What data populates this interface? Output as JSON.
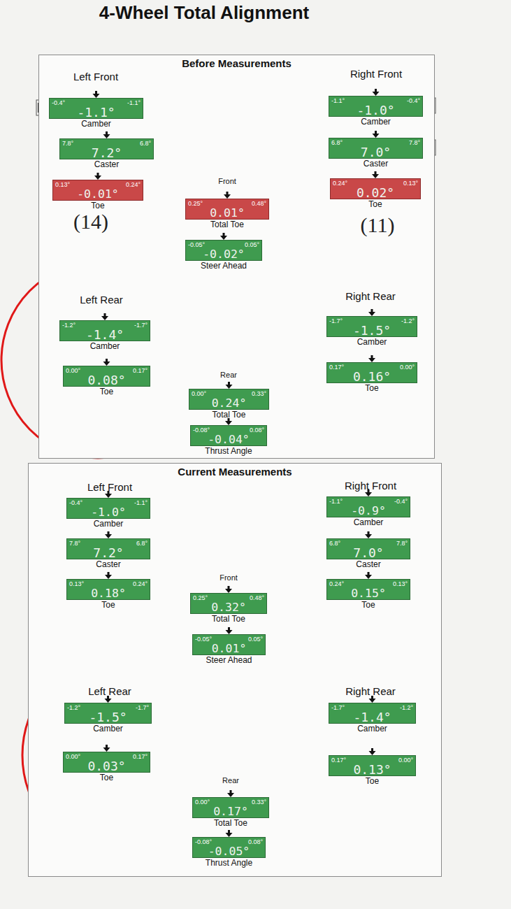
{
  "diagram": {
    "title": "4-Wheel Total Alignment",
    "nodes": [
      {
        "text": [
          "Before Measurements"
        ]
      },
      {
        "text": [
          "-0.4°",
          "-1.1°",
          "-1.1°",
          "Camber"
        ],
        "in": 0
      },
      {
        "text": [
          "7.8°",
          "6.8°",
          "7.2°",
          "Caster"
        ],
        "in": 0
      },
      {
        "text": [
          "0.13°",
          "0.24°",
          "-0.01°",
          "Toe"
        ],
        "in": 0
      },
      {
        "text": [
          "-1.1°",
          "-0.4°",
          "-1.0°",
          "Camber"
        ],
        "in": 0
      },
      {
        "text": [
          "6.8°",
          "7.8°",
          "7.0°",
          "Caster"
        ],
        "in": 0
      },
      {
        "text": [
          "0.24°",
          "0.13°",
          "0.02°",
          "Toe"
        ],
        "in": 0
      },
      {
        "text": [
          "0.25°",
          "0.48°",
          "0.01°",
          "Total Toe"
        ],
        "in": 0
      },
      {
        "text": [
          "-0.05°",
          "0.05°",
          "-0.02°",
          "Steer Ahead"
        ],
        "in": 0
      },
      {
        "text": [
          "-1.2°",
          "-1.7°",
          "-1.4°",
          "Camber"
        ],
        "in": 0
      },
      {
        "text": [
          "0.00°",
          "0.17°",
          "0.08°",
          "Toe"
        ],
        "in": 0
      },
      {
        "text": [
          "-1.7°",
          "-1.2°",
          "-1.5°",
          "Camber"
        ],
        "in": 0
      },
      {
        "text": [
          "0.17°",
          "0.00°",
          "0.16°",
          "Toe"
        ],
        "in": 0
      },
      {
        "text": [
          "0.00°",
          "0.33°",
          "0.24°",
          "Total Toe"
        ],
        "in": 0
      },
      {
        "text": [
          "-0.08°",
          "0.08°",
          "-0.04°",
          "Thrust Angle"
        ],
        "in": 0
      },
      {
        "text": [
          "Current Measurements"
        ]
      },
      {
        "text": [
          "-0.4°",
          "-1.1°",
          "-1.0°",
          "Camber"
        ],
        "in": 15
      },
      {
        "text": [
          "7.8°",
          "6.8°",
          "7.2°",
          "Caster"
        ],
        "in": 15
      },
      {
        "text": [
          "0.13°",
          "0.24°",
          "0.18°",
          "Toe"
        ],
        "in": 15
      },
      {
        "text": [
          "-1.1°",
          "-0.4°",
          "-0.9°",
          "Camber"
        ],
        "in": 15
      },
      {
        "text": [
          "6.8°",
          "7.8°",
          "7.0°",
          "Caster"
        ],
        "in": 15
      },
      {
        "text": [
          "0.24°",
          "0.13°",
          "0.15°",
          "Toe"
        ],
        "in": 15
      },
      {
        "text": [
          "0.25°",
          "0.48°",
          "0.32°",
          "Total Toe"
        ],
        "in": 15
      },
      {
        "text": [
          "-0.05°",
          "0.05°",
          "0.01°",
          "Steer Ahead"
        ],
        "in": 15
      },
      {
        "text": [
          "-1.2°",
          "-1.7°",
          "-1.5°",
          "Camber"
        ],
        "in": 15
      },
      {
        "text": [
          "0.00°",
          "0.17°",
          "0.03°",
          "Toe"
        ],
        "in": 15
      },
      {
        "text": [
          "-1.7°",
          "-1.2°",
          "-1.4°",
          "Camber"
        ],
        "in": 15
      },
      {
        "text": [
          "0.17°",
          "0.00°",
          "0.13°",
          "Toe"
        ],
        "in": 15
      },
      {
        "text": [
          "0.00°",
          "0.33°",
          "0.17°",
          "Total Toe"
        ],
        "in": 15
      },
      {
        "text": [
          "-0.08°",
          "0.08°",
          "-0.05°",
          "Thrust Angle"
        ],
        "in": 15
      }
    ],
    "labels": [
      "Left Front",
      "Right Front",
      "Front",
      "(14)",
      "(11)",
      "Left Rear",
      "Right Rear",
      "Rear",
      "Left Front",
      "Right Front",
      "Front",
      "Left Rear",
      "Right Rear",
      "Rear"
    ]
  }
}
